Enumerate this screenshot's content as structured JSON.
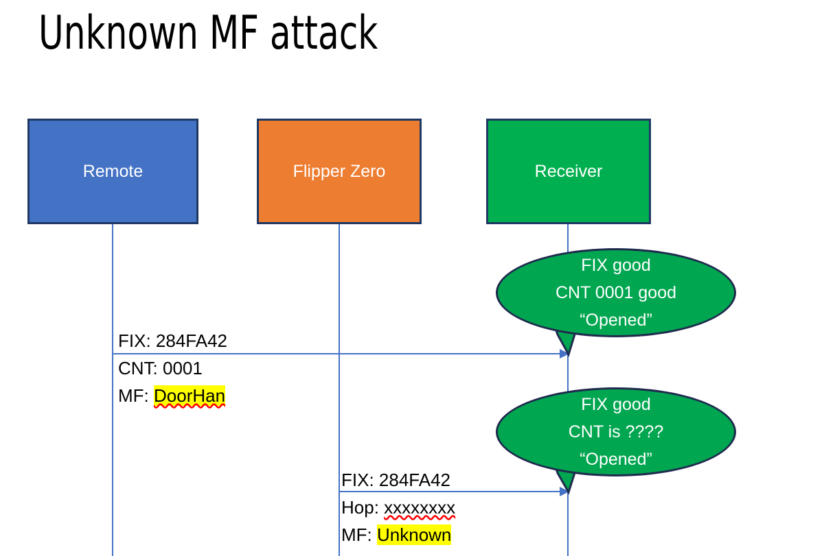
{
  "slide": {
    "title": "Unknown MF attack",
    "background": "#FFFFFF"
  },
  "colors": {
    "remote_blue": "#4472C4",
    "flipper_orange": "#ED7D31",
    "receiver_green": "#00B050",
    "bubble_green": "#00A650",
    "border_navy": "#1F3864",
    "line_blue": "#4472C4",
    "highlight_yellow": "#FFFF00",
    "spellcheck_red": "#FF0000",
    "label_text": "#000000",
    "box_text": "#FFFFFF"
  },
  "actors": [
    {
      "id": "remote",
      "label": "Remote"
    },
    {
      "id": "flipper",
      "label": "Flipper Zero"
    },
    {
      "id": "receiver",
      "label": "Receiver"
    }
  ],
  "messages": [
    {
      "id": "msg1",
      "from": "remote",
      "to": "receiver",
      "line_top": "FIX: 284FA42",
      "line_mid_label": "CNT: 0001",
      "line_bot_prefix": "MF: ",
      "line_bot_value": "DoorHan"
    },
    {
      "id": "msg2",
      "from": "flipper",
      "to": "receiver",
      "line_top": "FIX: 284FA42",
      "line_mid_prefix": "Hop: ",
      "line_mid_value": "xxxxxxxx",
      "line_bot_prefix": "MF: ",
      "line_bot_value": "Unknown"
    }
  ],
  "bubbles": [
    {
      "id": "bubble1",
      "owner": "receiver",
      "lines": [
        "FIX good",
        "CNT 0001 good",
        "“Opened”"
      ]
    },
    {
      "id": "bubble2",
      "owner": "receiver",
      "lines": [
        "FIX good",
        "CNT is ????",
        "“Opened”"
      ]
    }
  ]
}
